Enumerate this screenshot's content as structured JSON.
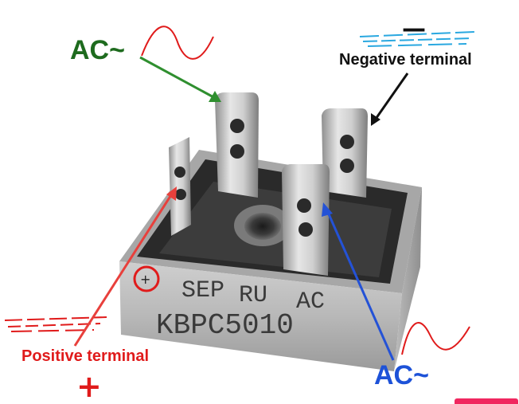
{
  "labels": {
    "ac_top": "AC~",
    "negative_terminal": "Negative terminal",
    "positive_terminal": "Positive terminal",
    "ac_bottom": "AC~",
    "plus_sign": "+",
    "minus_sign": "—"
  },
  "component_marking": {
    "logo": "SEP",
    "ul_mark": "RU",
    "ac_mark": "AC",
    "part_number": "KBPC5010",
    "polarity_mark": "+"
  },
  "colors": {
    "ac_top": "#1e6b1e",
    "ac_bottom": "#1d52d8",
    "positive": "#e01b1b",
    "negative": "#111111",
    "wave": "#e01b1b",
    "dc_line_negative": "#2aa8e0",
    "dc_line_positive": "#e01b1b"
  }
}
